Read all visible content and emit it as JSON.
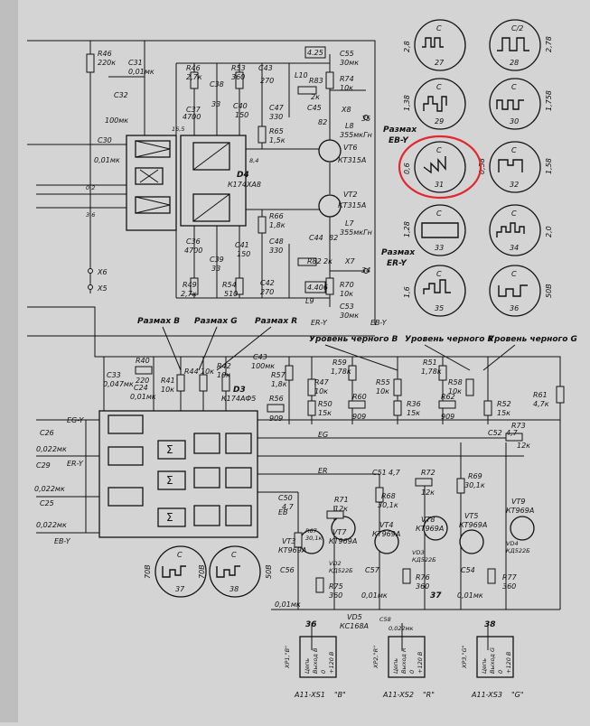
{
  "colors": {
    "paper": "#d4d4d4",
    "ink": "#111111",
    "highlight": "#e0282e"
  },
  "chips": {
    "d4": {
      "name": "D4",
      "type": "К174ХА8"
    },
    "d3": {
      "name": "D3",
      "type": "К174АФ5"
    }
  },
  "labels_top": {
    "r46a": "R46",
    "r46a_v": "220к",
    "c31": "C31",
    "c31_v": "0,01мк",
    "c32": "C32",
    "c32_v": "100мк",
    "c30": "C30",
    "c30_v": "0,01мк",
    "r46": "R46",
    "r46_v": "2,7к",
    "r53": "R53",
    "r53_v": "360",
    "c38": "C38",
    "c38_v": "33",
    "c43": "C43",
    "c43_v": "270",
    "c37": "C37",
    "c37_v": "4700",
    "c40": "C40",
    "c40_v": "150",
    "c47": "C47",
    "c47_v": "330",
    "r65": "R65",
    "r65_v": "1,5к",
    "l10": "L10",
    "box_top": "4.25",
    "c55": "C55",
    "c55_v": "30мк",
    "r74": "R74",
    "r74_v": "10к",
    "r83": "R83",
    "r83_v": "2к",
    "c45": "C45",
    "c45_v": "82",
    "x8": "X8",
    "x8_pin": "35",
    "l8": "L8",
    "l8_v": "355мкГн",
    "vt6": "VT6",
    "vt6_t": "КТ315А",
    "vt2": "VT2",
    "vt2_t": "КТ315А",
    "l7": "L7",
    "l7_v": "355мкГн",
    "r66": "R66",
    "r66_v": "1,8к",
    "c48": "C48",
    "c48_v": "330",
    "c44": "C44",
    "c44_v": "82",
    "r82": "R82",
    "r82_v": "2к",
    "x7": "X7",
    "x7_pin": "34",
    "box_bot": "4.406",
    "l9": "L9",
    "c36": "C36",
    "c36_v": "4700",
    "c39": "C39",
    "c39_v": "33",
    "c41": "C41",
    "c41_v": "150",
    "c42": "C42",
    "c42_v": "270",
    "r49": "R49",
    "r49_v": "2,7к",
    "r54": "R54",
    "r54_v": "510",
    "r70": "R70",
    "r70_v": "10к",
    "c53": "C53",
    "c53_v": "30мк",
    "x6": "X6",
    "x5": "X5",
    "pin_a": "16,5",
    "pin_b": "0,2",
    "pin_c": "3,6",
    "pin_d": "8,4",
    "ery_a": "ER-Y",
    "eby_a": "EB-Y"
  },
  "razmah": {
    "b": "Размах B",
    "g": "Размах G",
    "r": "Размах R"
  },
  "levels": {
    "b": "Уровень черного B",
    "r": "Уровень черного R",
    "g": "Уровень черного G"
  },
  "labels_mid": {
    "r40": "R40",
    "r40_v": "220",
    "c33": "C33",
    "c33_v": "0,047мк",
    "c24": "C24",
    "c24_v": "0,01мк",
    "r41": "R41",
    "r41_v": "10к",
    "r44": "R44",
    "r44_v": "10к",
    "r42": "R42",
    "r42_v": "10к",
    "c43b": "C43",
    "c43b_v": "100мк",
    "r57": "R57",
    "r57_v": "1,8к",
    "r56": "R56",
    "r56_v": "909",
    "r47": "R47",
    "r47_v": "10к",
    "r50": "R50",
    "r50_v": "15к",
    "r59": "R59",
    "r59_v": "1,78к",
    "r55": "R55",
    "r55_v": "10к",
    "r36": "R36",
    "r36_v": "15к",
    "r60": "R60",
    "r60_v": "909",
    "r51": "R51",
    "r51_v": "1,78к",
    "r58": "R58",
    "r58_v": "10к",
    "r52": "R52",
    "r52_v": "15к",
    "r62": "R62",
    "r62_v": "909",
    "r61": "R61",
    "r61_v": "4,7к",
    "c26": "C26",
    "c26_v": "0,022мк",
    "c29": "C29",
    "c29_v": "0,022мк",
    "c25": "C25",
    "c25_v": "0,022мк",
    "egy": "EG-Y",
    "ery": "ER-Y",
    "eby": "EB-Y",
    "eg": "EG",
    "er": "ER",
    "eb": "EB"
  },
  "labels_bot": {
    "c52": "C52",
    "c52_v": "4,7",
    "r73": "R73",
    "r73_v": "12к",
    "c51": "C51",
    "c51_v": "4,7",
    "r72": "R72",
    "r72_v": "12к",
    "r69": "R69",
    "r69_v": "30,1к",
    "r68": "R68",
    "r68_v": "30,1к",
    "c50": "C50",
    "c50_v": "4,7",
    "r71": "R71",
    "r71_v": "12к",
    "r67": "R67",
    "r67_v": "30,1к",
    "vt3": "VT3",
    "vt3_t": "КТ969А",
    "vt7": "VT7",
    "vt7_t": "КТ969А",
    "vt4": "VT4",
    "vt4_t": "КТ969А",
    "vt8": "VT8",
    "vt8_t": "КТ969А",
    "vt5": "VT5",
    "vt5_t": "КТ969А",
    "vt9": "VT9",
    "vt9_t": "КТ969А",
    "vd2": "VD2",
    "vd2_t": "КД522Б",
    "vd3": "VD3",
    "vd3_t": "КД522Б",
    "vd4": "VD4",
    "vd4_t": "КД522Б",
    "c56": "C56",
    "c56_v": "0,01мк",
    "c57": "C57",
    "c57_v": "0,01мк",
    "c54": "C54",
    "c54_v": "0,01мк",
    "r75": "R75",
    "r75_v": "360",
    "r76": "R76",
    "r76_v": "360",
    "r77": "R77",
    "r77_v": "360",
    "vd5": "VD5",
    "vd5_t": "КС168А",
    "c58": "C58",
    "c58_v": "0,022мк",
    "pin36": "36",
    "pin37": "37",
    "pin38": "38"
  },
  "connectors": [
    {
      "id": "XP1,\"B\"",
      "a": "A11-XS1",
      "ch": "\"B\"",
      "p1": "Цепь",
      "p2": "Выход B",
      "p3": "0",
      "p4": "+120 В"
    },
    {
      "id": "XP2,\"R\"",
      "a": "A11-XS2",
      "ch": "\"R\"",
      "p1": "Цепь",
      "p2": "Выход R",
      "p3": "0",
      "p4": "+120 В"
    },
    {
      "id": "XP3,\"G\"",
      "a": "A11-XS3",
      "ch": "\"G\"",
      "p1": "Цепь",
      "p2": "Выход G",
      "p3": "0",
      "p4": "+120 В"
    }
  ],
  "waveforms": [
    {
      "num": "27",
      "top": "C",
      "left": "2,8",
      "right": ""
    },
    {
      "num": "28",
      "top": "C/2",
      "left": "",
      "right": "2,78"
    },
    {
      "num": "29",
      "top": "C",
      "left": "1,38",
      "right": ""
    },
    {
      "num": "30",
      "top": "C",
      "left": "",
      "right": "1,758"
    },
    {
      "num": "31",
      "top": "C",
      "left": "0,6",
      "right": ""
    },
    {
      "num": "32",
      "top": "C",
      "left": "0,58",
      "right": "1,58"
    },
    {
      "num": "33",
      "top": "C",
      "left": "1,28",
      "right": ""
    },
    {
      "num": "34",
      "top": "C",
      "left": "",
      "right": "2,0"
    },
    {
      "num": "35",
      "top": "C",
      "left": "1,6",
      "right": ""
    },
    {
      "num": "36",
      "top": "C",
      "left": "",
      "right": "50В"
    },
    {
      "num": "37",
      "top": "C",
      "left": "70В",
      "right": "50В"
    },
    {
      "num": "38",
      "top": "C",
      "left": "70В",
      "right": "50В"
    }
  ],
  "side_notes": {
    "razmah_eby_1": "Размах",
    "razmah_eby_2": "EB-Y",
    "razmah_ery_1": "Размах",
    "razmah_ery_2": "ER-Y"
  }
}
